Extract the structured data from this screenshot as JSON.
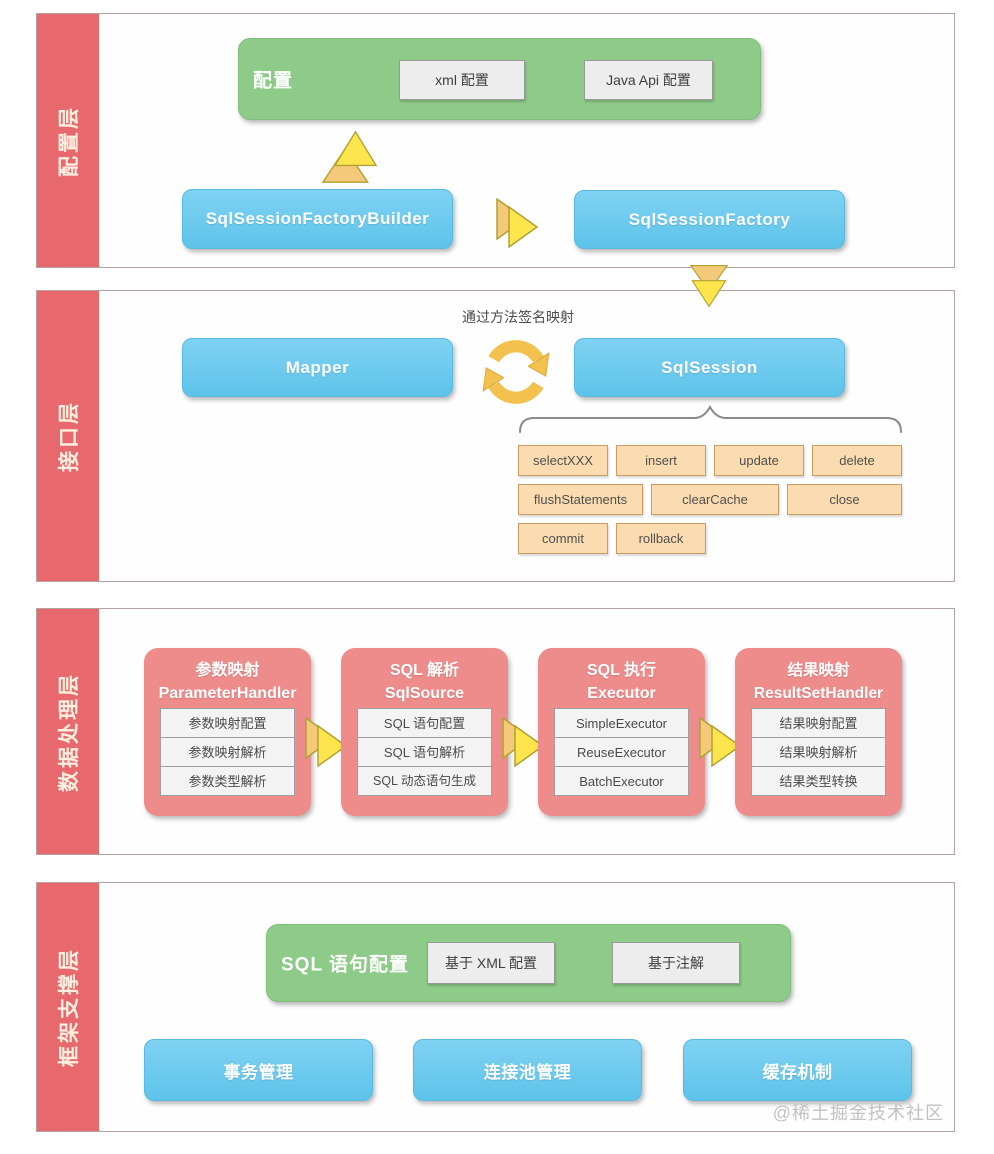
{
  "layer1": {
    "label": "配置层",
    "green_box": {
      "label": "配置",
      "items": [
        "xml 配置",
        "Java Api 配置"
      ]
    },
    "builder": "SqlSessionFactoryBuilder",
    "factory": "SqlSessionFactory"
  },
  "layer2": {
    "label": "接口层",
    "caption": "通过方法签名映射",
    "mapper": "Mapper",
    "sqlsession": "SqlSession",
    "methods_row1": [
      "selectXXX",
      "insert",
      "update",
      "delete"
    ],
    "methods_row2": [
      "flushStatements",
      "clearCache",
      "close"
    ],
    "methods_row3": [
      "commit",
      "rollback"
    ]
  },
  "layer3": {
    "label": "数据处理层",
    "modules": [
      {
        "title_cn": "参数映射",
        "title_en": "ParameterHandler",
        "items": [
          "参数映射配置",
          "参数映射解析",
          "参数类型解析"
        ]
      },
      {
        "title_cn": "SQL 解析",
        "title_en": "SqlSource",
        "items": [
          "SQL 语句配置",
          "SQL 语句解析",
          "SQL 动态语句生成"
        ]
      },
      {
        "title_cn": "SQL 执行",
        "title_en": "Executor",
        "items": [
          "SimpleExecutor",
          "ReuseExecutor",
          "BatchExecutor"
        ]
      },
      {
        "title_cn": "结果映射",
        "title_en": "ResultSetHandler",
        "items": [
          "结果映射配置",
          "结果映射解析",
          "结果类型转换"
        ]
      }
    ]
  },
  "layer4": {
    "label": "框架支撑层",
    "green_box": {
      "label": "SQL 语句配置",
      "items": [
        "基于 XML 配置",
        "基于注解"
      ]
    },
    "supports": [
      "事务管理",
      "连接池管理",
      "缓存机制"
    ]
  },
  "watermark": "@稀土掘金技术社区",
  "colors": {
    "band_red": "#e8696d",
    "node_blue": "#5ec3ea",
    "box_green": "#8ecb88",
    "module_pink": "#ee8b8b",
    "method_orange": "#fbdcb0",
    "arrow_yellow": "#ffe24a"
  }
}
